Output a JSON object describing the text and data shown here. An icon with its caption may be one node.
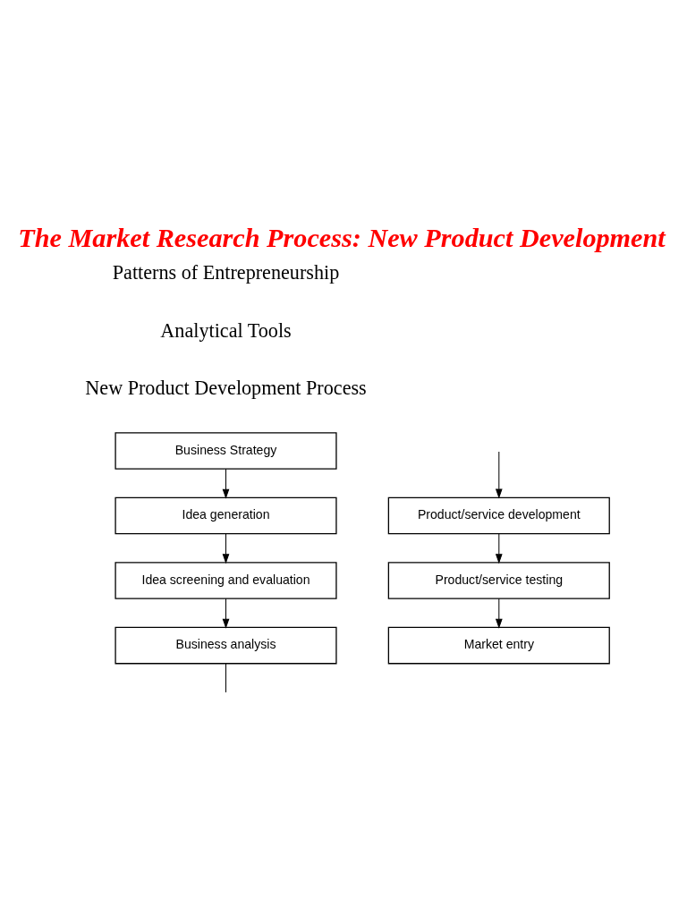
{
  "diagram": {
    "title": "The Market Research Process: New Product Development",
    "nodes": [
      {
        "text": [
          "Business Strategy"
        ]
      },
      {
        "text": [
          "Idea generation"
        ]
      },
      {
        "text": [
          "Idea screening and evaluation"
        ]
      },
      {
        "text": [
          "Business analysis"
        ]
      },
      {
        "text": [
          "Product/service development"
        ]
      },
      {
        "text": [
          "Product/service testing"
        ]
      },
      {
        "text": [
          "Market entry"
        ]
      }
    ],
    "edges": [
      {
        "from": 0,
        "to": 1,
        "arrow": "to"
      },
      {
        "from": 1,
        "to": 2,
        "arrow": "to"
      },
      {
        "from": 2,
        "to": 3,
        "arrow": "to"
      },
      {
        "from": 3,
        "to": null,
        "arrow": "none"
      },
      {
        "from": null,
        "to": 4,
        "arrow": "to"
      },
      {
        "from": 4,
        "to": 5,
        "arrow": "to"
      },
      {
        "from": 5,
        "to": 6,
        "arrow": "to"
      }
    ],
    "labels": [
      "Patterns of Entrepreneurship",
      "Analytical Tools",
      "New Product Development Process"
    ]
  }
}
